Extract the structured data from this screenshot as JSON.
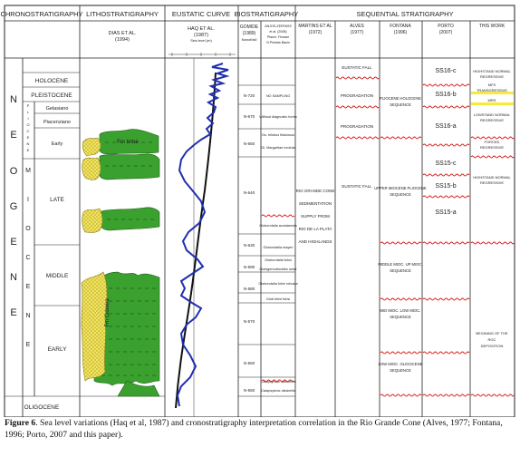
{
  "headers": {
    "chrono": "CHRONOSTRATIGRAPHY",
    "litho": "LITHOSTRATIGRAPHY",
    "eustatic": "EUSTATIC CURVE",
    "bio": "BIOSTRATIGRAPHY",
    "seq": "SEQUENTIAL STRATIGRAPHY"
  },
  "subheaders": {
    "litho_author": "DIAS ET AL.",
    "litho_year": "(1994)",
    "haq_author": "HAQ ET AL.",
    "haq_year": "(1987)",
    "haq_unit": "Sea level (m)",
    "gomide_author": "GOMIDE",
    "gomide_year": "(1989)",
    "gomide_unit": "Nanofósil",
    "anjos_1": "ANJOS-ZERFASS",
    "anjos_2": "et al. (2008)",
    "anjos_3": "Planct. Fhoram",
    "anjos_4": "N.Pelotas Basin",
    "martins_1": "MARTINS ET AL",
    "martins_2": "(1972)",
    "alves_1": "ALVES",
    "alves_2": "(1977)",
    "fontana_1": "FONTANA",
    "fontana_2": "(1996)",
    "porto_1": "PORTO",
    "porto_2": "(2007)",
    "work_1": "THIS WORK"
  },
  "chrono": {
    "era_letters": [
      "N",
      "E",
      "O",
      "G",
      "E",
      "N",
      "E"
    ],
    "epoch_letters": [
      "M",
      "I",
      "O",
      "C",
      "E",
      "N",
      "E"
    ],
    "plio_letters": [
      "P",
      "L",
      "I",
      "O",
      "C",
      "E",
      "N",
      "E"
    ],
    "holocene": "HOLOCENE",
    "pleistocene": "PLEISTOCENE",
    "gelasiano": "Gelasiano",
    "piacenziano": "Piacenziano",
    "early_plio": "Early",
    "late": "LATE",
    "middle": "MIDDLE",
    "early": "EARLY",
    "oligocene": "OLIGOCENE"
  },
  "litho": {
    "fm_imbe": "Fm Imbé",
    "fm_cidreira": "Fm Cidreira"
  },
  "nanno": [
    "N-720",
    "N-670",
    "N-650",
    "N-640",
    "N-630",
    "N-590",
    "N-580",
    "N-570",
    "N-560",
    "N-550"
  ],
  "foram": [
    "NO SAMPLING",
    "Without diagnostic forms",
    "Gs. trilobus fistulosus",
    "Gl. Margaritae evoluta",
    "Globorotalia acostaensis",
    "Globorotalia mayeri",
    "Globorotalia fohsi",
    "Globigeriodinoides ruber",
    "Globorotalia fohsi robusta",
    "Glob fohsi fohsi",
    "Catapsydrax stainforthi",
    "Catapsydrax dissimilis"
  ],
  "martins": [
    "RIO GRANDE CONE",
    "SEDIMENTATION",
    "SUPPLY FROM",
    "RIO DE LA PLATA",
    "AND HIGHLANDS"
  ],
  "alves": [
    "EUSTATIC FALL",
    "PROGRADATION",
    "PROGRADATION",
    "EUSTATIC FALL"
  ],
  "fontana": [
    [
      "PLIOCENE HOLOCENE",
      "SEQUENCE"
    ],
    [
      "UPPER MIOCENE PLIOCENE",
      "SEQUENCE"
    ],
    [
      "MIDDLE MIOC. UP MIOC.",
      "SEQUENCE"
    ],
    [
      "MID MIOC. LOW MIOC.",
      "SEQUENCE"
    ],
    [
      "LOW MIOC. OLIGOCENE",
      "SEQUENCE"
    ]
  ],
  "porto": [
    "SS16-c",
    "SS16-b",
    "SS16-a",
    "SS15-c",
    "SS15-b",
    "SS15-a"
  ],
  "work": {
    "hnr1": "HIGHSTAND NORMAL",
    "hnr2": "REGRESSIVE",
    "mfs": "MFS",
    "transgressive": "TRANSGRESSIVE",
    "mrs": "MRS",
    "lnr1": "LOWSTAND NORMAL",
    "lnr2": "REGRESSIVE",
    "forced1": "FORCED",
    "forced2": "REGRESSIVE",
    "hnr3": "HIGHSTAND NORMAL",
    "hnr4": "REGRESSIVE",
    "beg1": "BEGINING OF THE",
    "beg2": "RGC",
    "beg3": "DEPOSITION"
  },
  "caption": {
    "label": "Figure 6",
    "text": ". Sea level variations (Haq et al, 1987) and cronostratigraphy interpretation correlation in the Rio Grande Cone (Alves, 1977; Fontana, 1996; Porto, 2007 and this paper)."
  },
  "colors": {
    "green": "#3aa12e",
    "yellow": "#f2e35a",
    "blue_curve": "#1f2fb0",
    "black_curve": "#111111",
    "red_unconformity": "#d61d1d",
    "mfs_yellow": "#f6ea3a"
  }
}
